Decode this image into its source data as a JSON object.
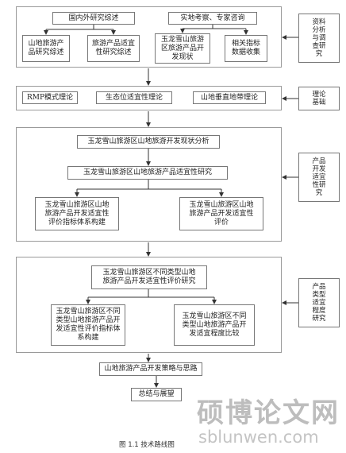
{
  "blocks": {
    "survey": {
      "lit_review": "国内外研究综述",
      "field_survey": "实地考察、专家咨询",
      "mountain_review": "山地旅游产\n品研究综述",
      "suitability_review": "旅游产品适宜\n性研究综述",
      "status_quo": "玉龙雪山旅游\n区旅游产品开\n发现状",
      "indicator_data": "相关指标\n数据收集"
    },
    "theory": {
      "rmp": "RMP模式理论",
      "niche": "生态位适宜性理论",
      "vertical": "山地垂直地带理论"
    },
    "product": {
      "status_analysis": "玉龙雪山旅游区山地旅游开发现状分析",
      "suitability_research": "玉龙雪山旅游区山地旅游产品适宜性研究",
      "index_system": "玉龙雪山旅游区山地\n旅游产品开发适宜性\n评价指标体系构建",
      "evaluation": "玉龙雪山旅游区山地\n旅游产品开发适宜性\n评价"
    },
    "types": {
      "type_research": "玉龙雪山旅游区不同类型山地\n旅游产品开发适宜性评价研究",
      "type_index": "玉龙雪山旅游区不同\n类型山地旅游产品开\n发适宜性评价指标体\n系构建",
      "type_compare": "玉龙雪山旅游区不同\n类型山地旅游产品开\n发适宜程度比较"
    },
    "strategy": "山地旅游产品开发策略与思路",
    "conclusion": "总结与展望"
  },
  "side_labels": {
    "data_analysis": "资料\n分析\n与调\n查研\n究",
    "theory_basis": "理论\n基础",
    "product_study": "产品\n开发\n适宜\n性研\n究",
    "type_study": "产品\n类型\n适宜\n程度\n研究"
  },
  "caption": "图 1.1  技术路线图",
  "watermark": {
    "main": "硕博论文网",
    "url": "sblunwen.com"
  },
  "colors": {
    "border": "#777777",
    "arrow": "#333333",
    "watermark": "#bdbdbd"
  }
}
